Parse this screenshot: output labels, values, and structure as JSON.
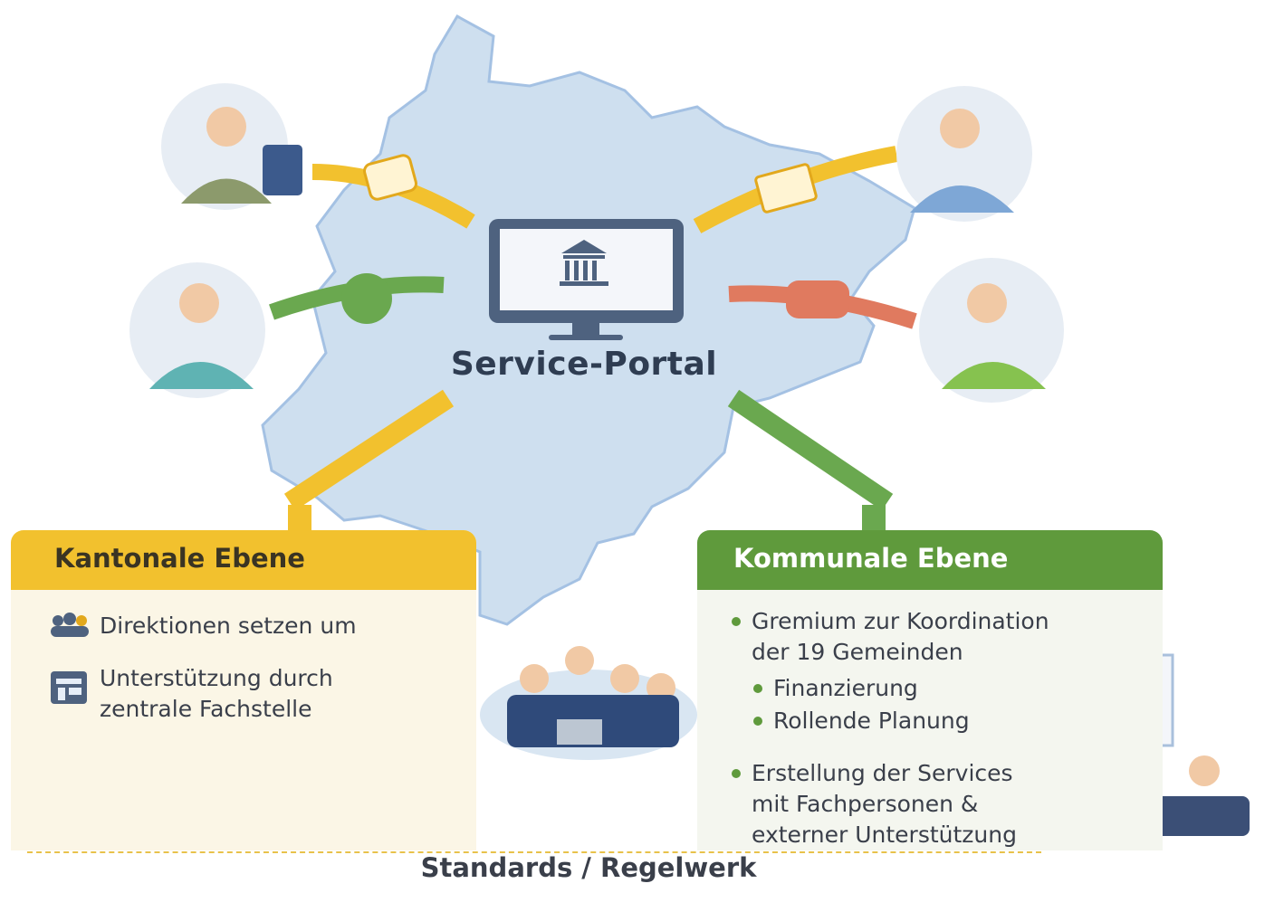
{
  "portal": {
    "label": "Service-Portal",
    "icon": "government-building-icon"
  },
  "channels": [
    {
      "person": "woman-with-tablet",
      "icon": "chat-message-icon",
      "color": "#f2c12e"
    },
    {
      "person": "man-with-phone-blue-shirt",
      "icon": "envelope-icon",
      "color": "#f2c12e"
    },
    {
      "person": "man-with-phone-teal-shirt",
      "icon": "phone-call-icon",
      "color": "#6aa84f"
    },
    {
      "person": "woman-with-phone-green-shirt",
      "icon": "chat-bubble-icon",
      "color": "#e07a5f"
    }
  ],
  "kantonal": {
    "title": "Kantonale Ebene",
    "color": "#f2c12e",
    "items": [
      {
        "icon": "people-group-icon",
        "text": "Direktionen setzen um"
      },
      {
        "icon": "office-building-icon",
        "text_line1": "Unterstützung durch",
        "text_line2": "zentrale Fachstelle"
      }
    ]
  },
  "kommunal": {
    "title": "Kommunale Ebene",
    "color": "#5f9a3c",
    "items": [
      {
        "line1": "Gremium zur Koordination",
        "line2": "der 19 Gemeinden"
      },
      {
        "sub": [
          "Finanzierung",
          "Rollende Planung"
        ]
      },
      {
        "line1": "Erstellung der Services",
        "line2": "mit Fachpersonen &",
        "line3": "externer Unterstützung"
      }
    ]
  },
  "footer": {
    "label": "Standards / Regelwerk"
  }
}
